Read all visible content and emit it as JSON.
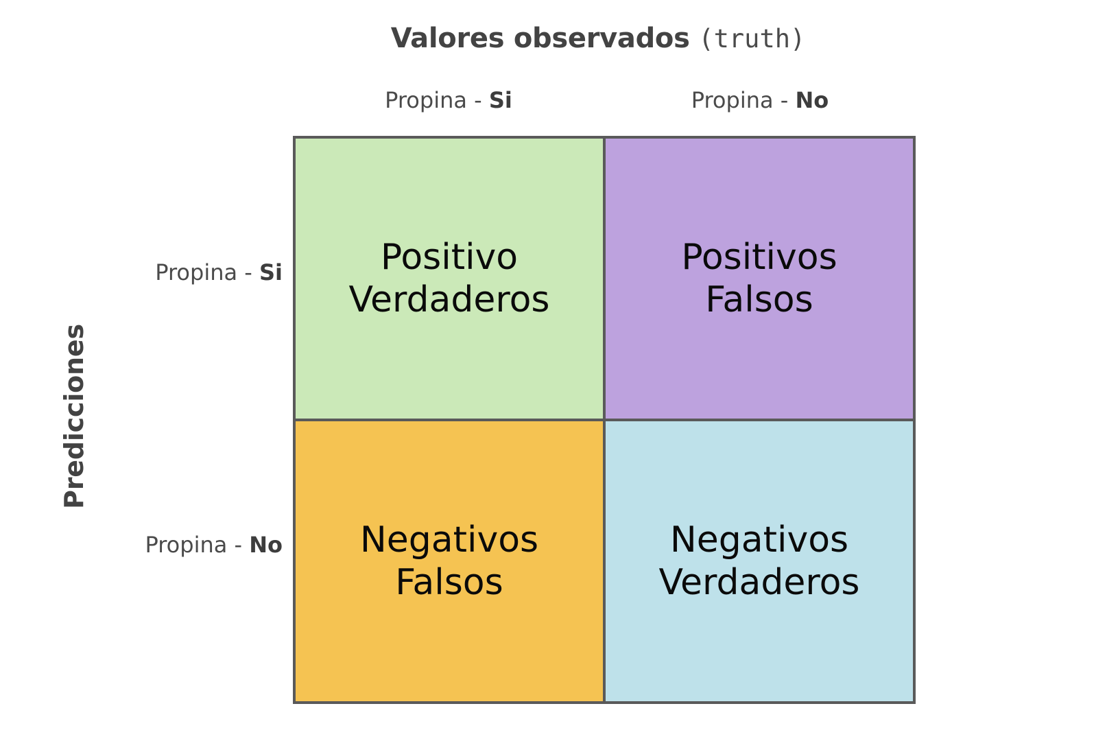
{
  "title": {
    "main": "Valores observados",
    "sub": "(truth)"
  },
  "axes": {
    "columns_axis_label_main": "Valores observados",
    "columns_axis_label_sub": "(truth)",
    "rows_axis_label": "Predicciones"
  },
  "column_headers": [
    {
      "prefix": "Propina - ",
      "value": "Si"
    },
    {
      "prefix": "Propina - ",
      "value": "No"
    }
  ],
  "row_headers": [
    {
      "prefix": "Propina - ",
      "value": "Si"
    },
    {
      "prefix": "Propina - ",
      "value": "No"
    }
  ],
  "cells": [
    {
      "line1": "Positivo",
      "line2": "Verdaderos",
      "color": "#cbe9b8",
      "position": "top-left"
    },
    {
      "line1": "Positivos",
      "line2": "Falsos",
      "color": "#bda2de",
      "position": "top-right"
    },
    {
      "line1": "Negativos",
      "line2": "Falsos",
      "color": "#f5c352",
      "position": "bottom-left"
    },
    {
      "line1": "Negativos",
      "line2": "Verdaderos",
      "color": "#bee1ea",
      "position": "bottom-right"
    }
  ],
  "colors": {
    "true_positive": "#cbe9b8",
    "false_positive": "#bda2de",
    "false_negative": "#f5c352",
    "true_negative": "#bee1ea",
    "grid_border": "#5a5a5a",
    "title_text": "#434343",
    "label_text": "#4a4a4a",
    "cell_text": "#0a0a0a",
    "background": "#ffffff"
  },
  "chart_data": {
    "type": "table",
    "title": "Valores observados (truth)",
    "xlabel": "Valores observados (truth)",
    "ylabel": "Predicciones",
    "columns": [
      "Propina - Si",
      "Propina - No"
    ],
    "rows": [
      "Propina - Si",
      "Propina - No"
    ],
    "values": [
      [
        "Positivo Verdaderos",
        "Positivos Falsos"
      ],
      [
        "Negativos Falsos",
        "Negativos Verdaderos"
      ]
    ]
  }
}
